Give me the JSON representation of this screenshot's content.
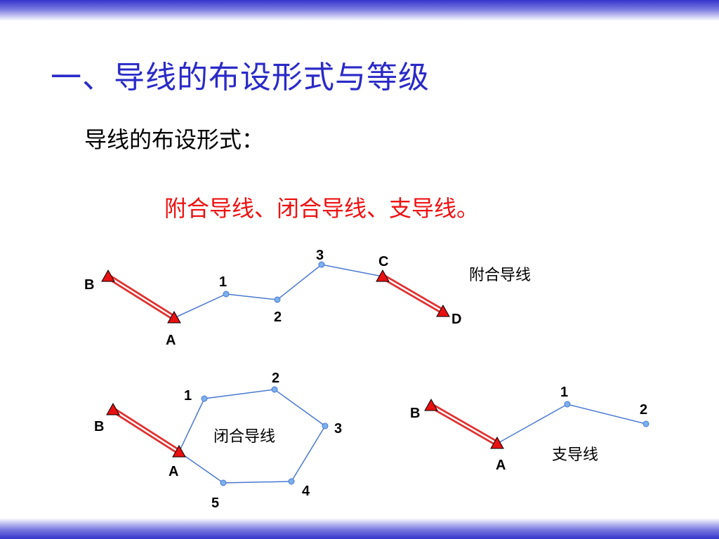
{
  "slide": {
    "title": "一、导线的布设形式与等级",
    "subtitle": "导线的布设形式：",
    "forms_list": "附合导线、闭合导线、支导线。"
  },
  "colors": {
    "title": "#2a2ac8",
    "emphasis": "#ee1111",
    "known_point": "#e81010",
    "traverse_point": "#7ab0ee",
    "traverse_line": "#4a78d0",
    "known_edge": "#e03030"
  },
  "diagrams": {
    "connecting": {
      "caption": "附合导线",
      "labels": {
        "B": "B",
        "A": "A",
        "p1": "1",
        "p2": "2",
        "p3": "3",
        "C": "C",
        "D": "D"
      }
    },
    "closed": {
      "caption": "闭合导线",
      "labels": {
        "B": "B",
        "A": "A",
        "p1": "1",
        "p2": "2",
        "p3": "3",
        "p4": "4",
        "p5": "5"
      }
    },
    "open": {
      "caption": "支导线",
      "labels": {
        "B": "B",
        "A": "A",
        "p1": "1",
        "p2": "2"
      }
    }
  }
}
